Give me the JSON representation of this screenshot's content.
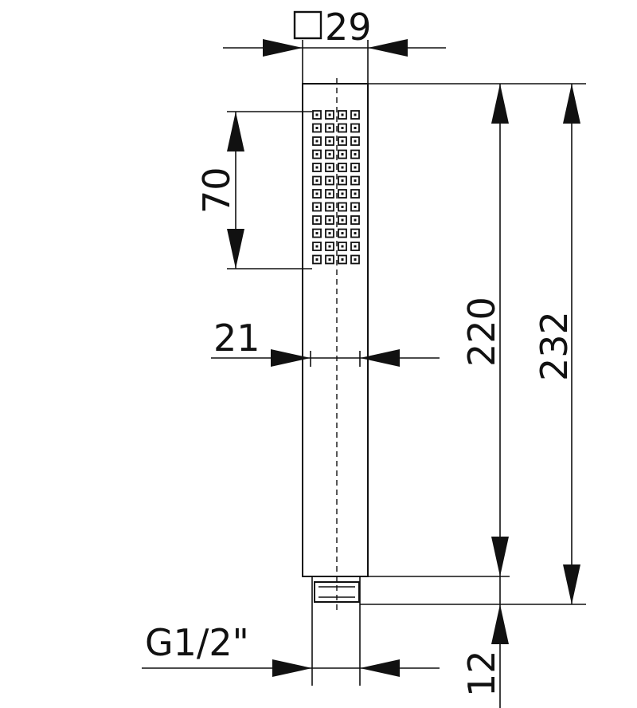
{
  "diagram": {
    "dimensions": {
      "square_width": "29",
      "spray_face_length": "70",
      "handle_width": "21",
      "handle_length": "220",
      "total_length": "232",
      "thread": "G1/2\"",
      "thread_length": "12"
    },
    "nozzle_grid": {
      "rows": 12,
      "cols": 4
    }
  }
}
